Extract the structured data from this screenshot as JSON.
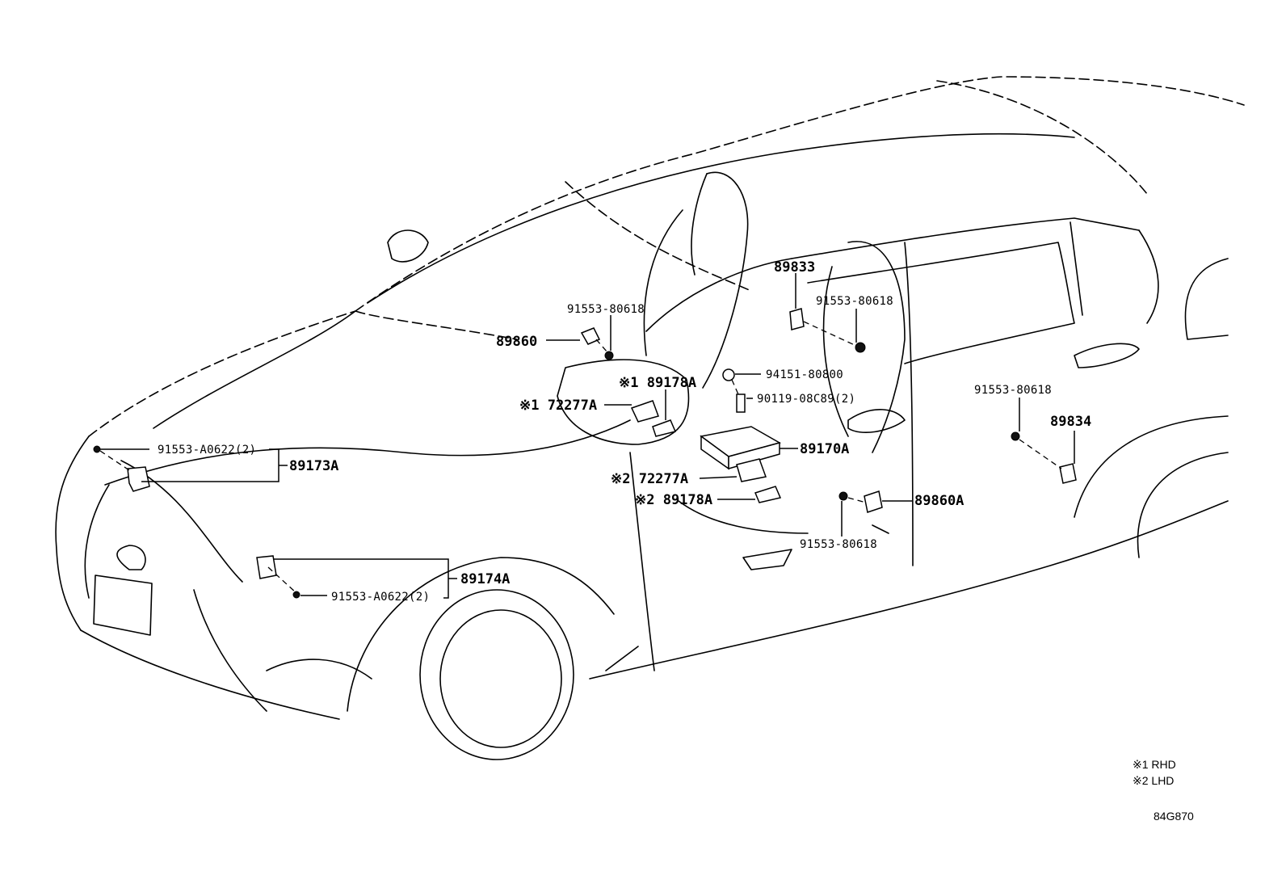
{
  "labels": {
    "p89833": "89833",
    "p91553_80618_a": "91553-80618",
    "p91553_80618_b": "91553-80618",
    "p91553_80618_c": "91553-80618",
    "p91553_80618_d": "91553-80618",
    "p89860": "89860",
    "p89178a_1": "※1 89178A",
    "p94151": "94151-80800",
    "p72277a_1": "※1 72277A",
    "p90119": "90119-08C89(2)",
    "p89834": "89834",
    "p91553_a0622_a": "91553-A0622(2)",
    "p89173a": "89173A",
    "p89170a": "89170A",
    "p72277a_2": "※2 72277A",
    "p89178a_2": "※2 89178A",
    "p89860a": "89860A",
    "p89174a": "89174A",
    "p91553_a0622_b": "91553-A0622(2)"
  },
  "legend": {
    "note1": "※1 RHD",
    "note2": "※2 LHD"
  },
  "diagram_code": "84G870"
}
